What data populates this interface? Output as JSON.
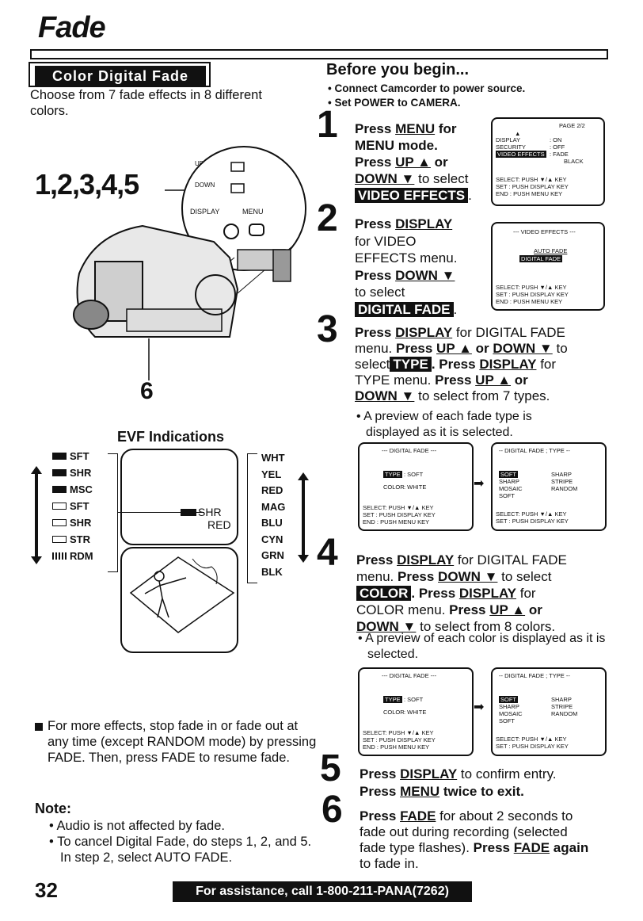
{
  "page_title": "Fade",
  "section_heading": "Color Digital Fade",
  "intro": "Choose from 7 fade effects in 8 different colors.",
  "camera_figure": {
    "steps_label": "1,2,3,4,5",
    "btn_up_label": "UP",
    "btn_down_label": "DOWN",
    "display_label": "DISPLAY",
    "menu_label": "MENU",
    "step6_label": "6"
  },
  "evf": {
    "heading": "EVF Indications",
    "types": [
      "SFT",
      "SHR",
      "MSC",
      "SFT",
      "SHR",
      "STR",
      "RDM"
    ],
    "colors": [
      "WHT",
      "YEL",
      "RED",
      "MAG",
      "BLU",
      "CYN",
      "GRN",
      "BLK"
    ],
    "indicator_type": "SHR",
    "indicator_color": "RED"
  },
  "more_effects": "For more effects, stop fade in or fade out at any time (except RANDOM mode) by pressing FADE. Then, press FADE to resume fade.",
  "note": {
    "heading": "Note:",
    "items": [
      "Audio is not affected by fade.",
      "To cancel Digital Fade, do steps 1, 2, and 5. In step 2, select AUTO FADE."
    ]
  },
  "before": {
    "heading": "Before you begin...",
    "items": [
      "Connect Camcorder to power source.",
      "Set POWER to CAMERA."
    ]
  },
  "steps": {
    "s1": {
      "num": "1",
      "a": "Press",
      "menu": "MENU",
      "b": "for",
      "c": "MENU mode.",
      "d": "Press",
      "up": "UP ▲",
      "e": "or",
      "down": "DOWN ▼",
      "f": "to select",
      "hl": "VIDEO EFFECTS",
      "g": "."
    },
    "s2": {
      "num": "2",
      "a": "Press",
      "display": "DISPLAY",
      "b": "for VIDEO",
      "c": "EFFECTS menu.",
      "d": "Press",
      "down": "DOWN ▼",
      "e": "to select",
      "hl": "DIGITAL FADE",
      "f": "."
    },
    "s3": {
      "num": "3",
      "a": "Press",
      "display": "DISPLAY",
      "b": "for DIGITAL FADE",
      "c": "menu.",
      "d": "Press",
      "up": "UP ▲",
      "e": "or",
      "down": "DOWN ▼",
      "f": "to",
      "g": "select",
      "hl": "TYPE",
      "h": ". Press",
      "display2": "DISPLAY",
      "i": "for",
      "j": "TYPE menu.",
      "k": "Press",
      "up2": "UP ▲",
      "l": "or",
      "down2": "DOWN ▼",
      "m": "to select from 7 types.",
      "bullet": "A preview of each fade type is displayed as it is selected."
    },
    "s4": {
      "num": "4",
      "a": "Press",
      "display": "DISPLAY",
      "b": "for DIGITAL FADE",
      "c": "menu.",
      "d": "Press",
      "down": "DOWN ▼",
      "e": "to select",
      "hl": "COLOR",
      "f": ". Press",
      "display2": "DISPLAY",
      "g": "for",
      "h": "COLOR menu.",
      "i": "Press",
      "up": "UP ▲",
      "j": "or",
      "down2": "DOWN ▼",
      "k": "to select from 8 colors.",
      "bullet": "A preview of each color is displayed as it is selected."
    },
    "s5": {
      "num": "5",
      "a": "Press",
      "display": "DISPLAY",
      "b": "to confirm entry.",
      "c": "Press",
      "menu": "MENU",
      "d": "twice to exit."
    },
    "s6": {
      "num": "6",
      "a": "Press",
      "fade": "FADE",
      "b": "for about 2 seconds to fade out during recording (selected fade type flashes).",
      "c": "Press",
      "fade2": "FADE",
      "d": "again",
      "e": "to fade in."
    }
  },
  "screens": {
    "menu_page": {
      "page": "PAGE 2/2",
      "l1": "DISPLAY",
      "v1": ": ON",
      "l2": "SECURITY",
      "v2": ": OFF",
      "l3": "VIDEO EFFECTS",
      "v3": ": FADE",
      "v3b": "BLACK",
      "sel": "SELECT: PUSH ▼/▲ KEY",
      "set": "SET    : PUSH DISPLAY KEY",
      "end": "END    : PUSH MENU KEY"
    },
    "video_effects": {
      "header": "--- VIDEO EFFECTS ---",
      "o1": "AUTO FADE",
      "o2": "DIGITAL FADE",
      "sel": "SELECT: PUSH ▼/▲ KEY",
      "set": "SET    : PUSH DISPLAY KEY",
      "end": "END    : PUSH MENU KEY"
    },
    "dfade": {
      "header": "--- DIGITAL FADE ---",
      "type_l": "TYPE",
      "type_v": ": SOFT",
      "color_l": "COLOR",
      "color_v": ": WHITE",
      "sel": "SELECT: PUSH ▼/▲ KEY",
      "set": "SET    : PUSH DISPLAY KEY",
      "end": "END    : PUSH MENU KEY"
    },
    "dfade_type": {
      "header": "-- DIGITAL FADE ; TYPE --",
      "c1": [
        "SOFT",
        "SHARP",
        "MOSAIC",
        "SOFT"
      ],
      "c2": [
        "SHARP",
        "STRIPE",
        "RANDOM"
      ],
      "sel": "SELECT: PUSH ▼/▲ KEY",
      "set": "SET    : PUSH DISPLAY KEY"
    }
  },
  "page_number": "32",
  "footer": "For assistance, call 1-800-211-PANA(7262)"
}
